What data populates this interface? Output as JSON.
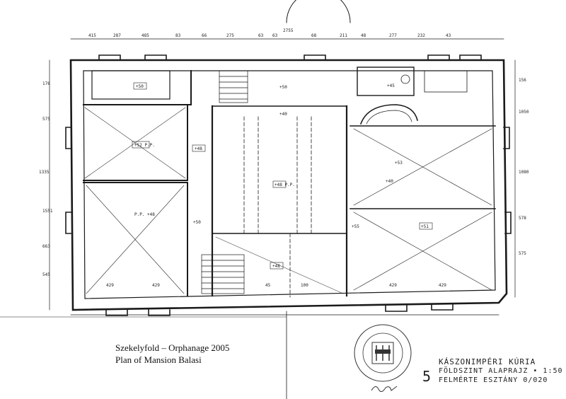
{
  "caption": {
    "line1": "Szekelyfold – Orphanage 2005",
    "line2": "Plan of Mansion Balasi"
  },
  "title_block": {
    "line1": "KÁSZONIMPÉRI KÚRIA",
    "line2": "FÖLDSZINT ALAPRAJZ  • 1:50",
    "line3": "FELMÉRTE  ESZTÁNY  0/020",
    "sheet_number": "5"
  },
  "dimensions": {
    "top_total": "2755",
    "top": [
      "415",
      "287",
      "485",
      "83",
      "66",
      "275",
      "63",
      "63",
      "68",
      "211",
      "48",
      "277",
      "232",
      "43"
    ],
    "left": [
      "176",
      "575",
      "1335",
      "1551",
      "663",
      "545"
    ],
    "right": [
      "156",
      "1050",
      "1080",
      "578",
      "575"
    ],
    "bottom": [
      "429",
      "429",
      "45",
      "100",
      "429",
      "429"
    ]
  },
  "room_labels": [
    "+50",
    "+52 P.P.",
    "+48",
    "P.P. +48",
    "+48 P.P.",
    "+50",
    "+40",
    "+53",
    "+51",
    "+50",
    "+48",
    "+55",
    "+45",
    "+40"
  ],
  "colors": {
    "ink": "#1a1a1a",
    "paper": "#ffffff"
  }
}
